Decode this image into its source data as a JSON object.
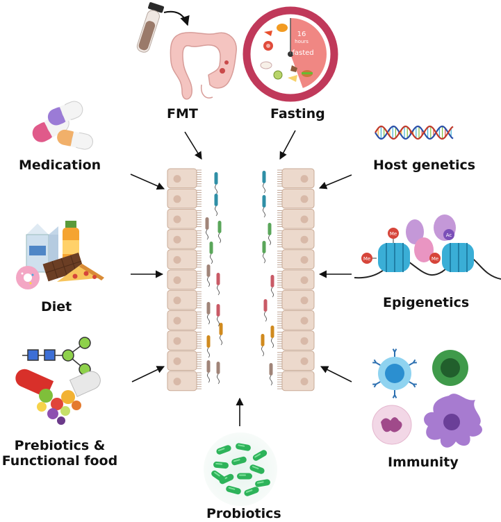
{
  "labels": {
    "fmt": "FMT",
    "fasting": "Fasting",
    "medication": "Medication",
    "host_genetics": "Host genetics",
    "diet": "Diet",
    "epigenetics": "Epigenetics",
    "prebiotics_line1": "Prebiotics &",
    "prebiotics_line2": "Functional food",
    "immunity": "Immunity",
    "probiotics": "Probiotics"
  },
  "clock": {
    "hours_value": "16",
    "hours_unit": "hours",
    "status": "fasted",
    "fasted_fraction": 0.4444
  },
  "histone_marks": {
    "methyl": "Me",
    "acetyl": "Ac"
  },
  "colors": {
    "epithelium": "#ecd9cc",
    "epithelium_border": "#c9ab97",
    "nucleus": "#d8b9a8",
    "clock_ring": "#c0395a",
    "clock_fasted": "#f08783",
    "histone": "#3aaed6",
    "probiotic_green": "#2db35a"
  }
}
